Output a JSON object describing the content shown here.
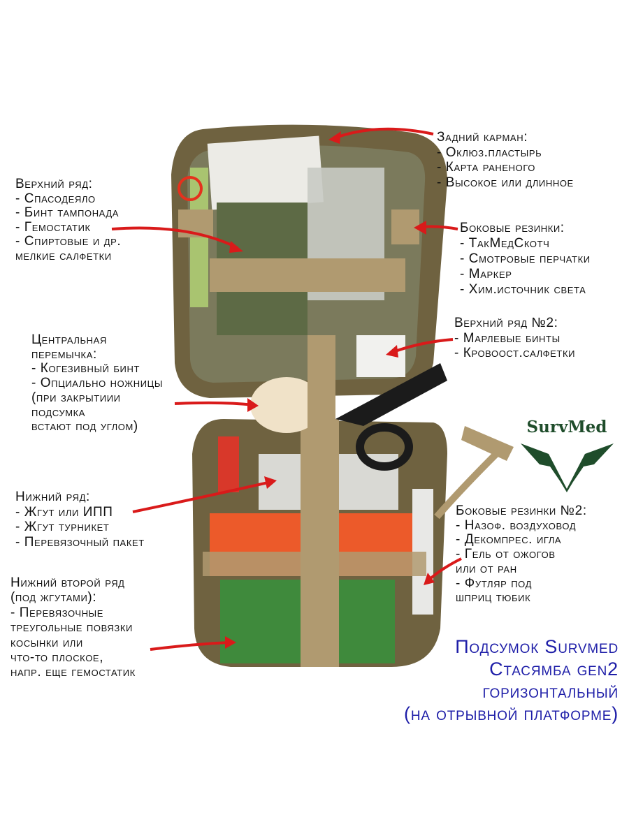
{
  "annotations": {
    "back_pocket": [
      "Задний карман:",
      "- Оклюз.пластырь",
      "- Карта раненого",
      "- Высокое или длинное"
    ],
    "top_row": [
      "Верхний ряд:",
      "- Спасодеяло",
      "- Бинт тампонада",
      "- Гемостатик",
      "- Спиртовые и др.",
      "мелкие салфетки"
    ],
    "side_bands": [
      "Боковые резинки:",
      "- ТакМедСкотч",
      "- Смотровые перчатки",
      "- Маркер",
      "- Хим.источник света"
    ],
    "top_row_2": [
      "Верхний ряд №2:",
      "- Марлевые бинты",
      "- Кровоост.салфетки"
    ],
    "central_strap": [
      "Центральная",
      "перемычка:",
      "- Когезивный бинт",
      "- Опциально ножницы",
      "(при закрытиии",
      "подсумка",
      "встают под углом)"
    ],
    "bottom_row": [
      "Нижний ряд:",
      "- Жгут или ИПП",
      "- Жгут турникет",
      "- Перевязочный пакет"
    ],
    "bottom_row_2": [
      "Нижний второй ряд",
      "(под жгутами):",
      "- Перевязочные",
      "треугольные повязки",
      "косынки или",
      "что-то плоское,",
      "напр. еще гемостатик"
    ],
    "side_bands_2": [
      "Боковые резинки №2:",
      "- Назоф. воздуховод",
      "- Декомпрес. игла",
      "- Гель от ожогов",
      "или от ран",
      "- Футляр под",
      "шприц тюбик"
    ]
  },
  "title": [
    "Подсумок Survmed",
    "Стасямба gen2",
    "горизонтальный",
    "(на отрывной платформе)"
  ],
  "logo": {
    "text": "SurvMed",
    "icon": "eagle-icon"
  },
  "colors": {
    "arrow": "#d91a1a",
    "title": "#1e1ea8",
    "logo": "#1f4d2b",
    "pouch": "#7d6d45",
    "strap": "#b09a70"
  }
}
